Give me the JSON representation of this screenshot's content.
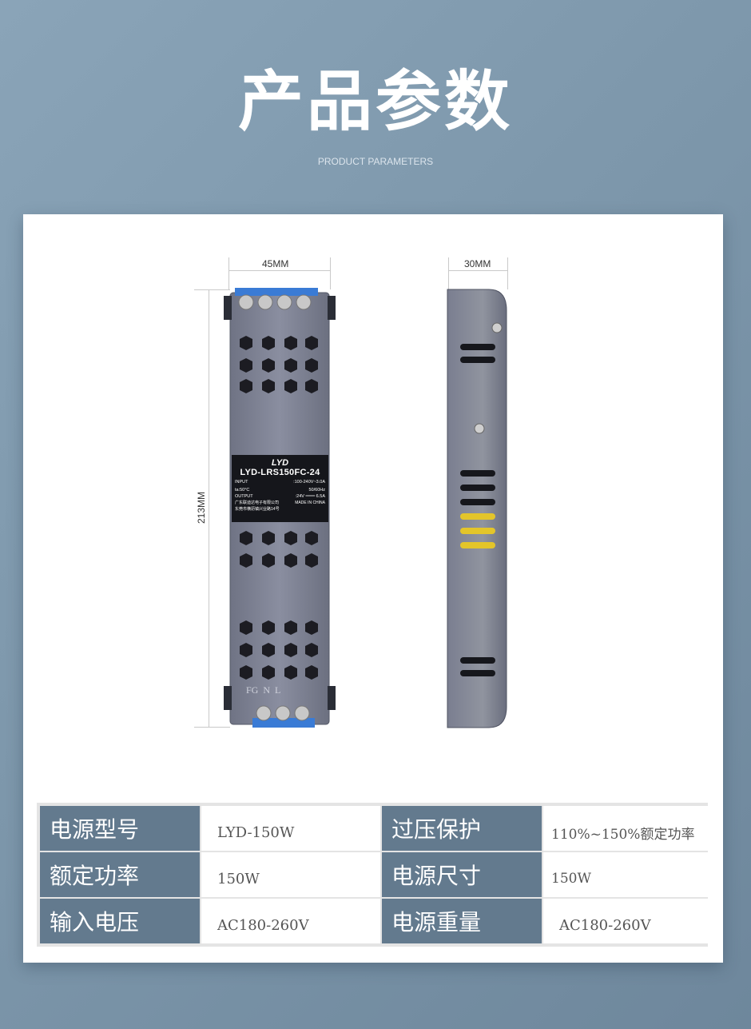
{
  "header": {
    "title": "产品参数",
    "subtitle": "PRODUCT PARAMETERS"
  },
  "dimensions": {
    "front_width": "45MM",
    "side_width": "30MM",
    "height": "213MM"
  },
  "product_label": {
    "brand": "LYD",
    "model": "LYD-LRS150FC-24",
    "input_label": "INPUT",
    "input_value": ":100-240V~3.0A",
    "ta_label": "ta:50°C",
    "freq_value": "50/60Hz",
    "output_label": "OUTPUT",
    "output_value": ":24V ═══ 6.5A",
    "company": "广东联迪达电子有限公司",
    "address": "东莞市横沥镇兴业路14号",
    "made_in": "MADE IN CHINA",
    "terminals_bottom": "FG  N  L"
  },
  "specs": [
    {
      "label": "电源型号",
      "value": "LYD-150W"
    },
    {
      "label": "过压保护",
      "value": "110%~150%额定功率"
    },
    {
      "label": "额定功率",
      "value": "150W"
    },
    {
      "label": "电源尺寸",
      "value": "150W"
    },
    {
      "label": "输入电压",
      "value": "AC180-260V"
    },
    {
      "label": "电源重量",
      "value": "AC180-260V"
    }
  ]
}
